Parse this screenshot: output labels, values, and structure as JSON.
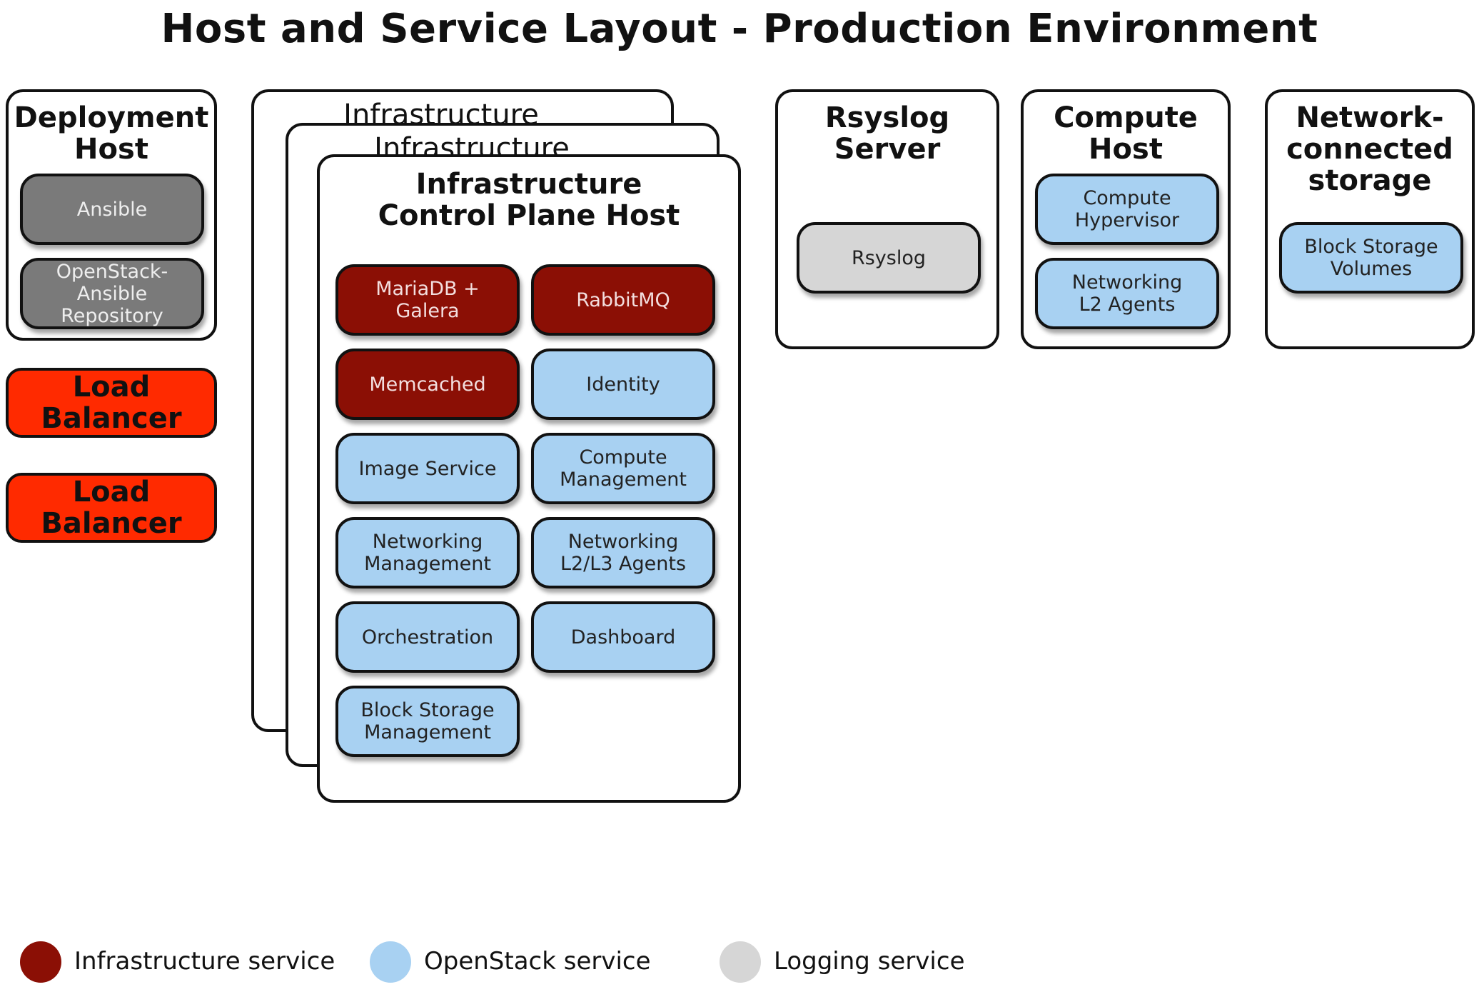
{
  "title": "Host and Service Layout - Production Environment",
  "colors": {
    "infrastructure": "#8b0f05",
    "openstack": "#a8d1f2",
    "logging": "#d6d6d6",
    "deployment": "#7a7a7a",
    "load_balancer": "#ff2a00"
  },
  "deployment_host": {
    "title": "Deployment\nHost",
    "services": [
      "Ansible",
      "OpenStack-\nAnsible\nRepository"
    ]
  },
  "load_balancers": [
    "Load\nBalancer",
    "Load\nBalancer"
  ],
  "infra_stack": {
    "back_title_1": "Infrastructure",
    "back_title_2": "Infrastructure",
    "front_title": "Infrastructure\nControl Plane Host",
    "services": [
      {
        "label": "MariaDB +\nGalera",
        "kind": "infrastructure"
      },
      {
        "label": "RabbitMQ",
        "kind": "infrastructure"
      },
      {
        "label": "Memcached",
        "kind": "infrastructure"
      },
      {
        "label": "Identity",
        "kind": "openstack"
      },
      {
        "label": "Image Service",
        "kind": "openstack"
      },
      {
        "label": "Compute\nManagement",
        "kind": "openstack"
      },
      {
        "label": "Networking\nManagement",
        "kind": "openstack"
      },
      {
        "label": "Networking\nL2/L3 Agents",
        "kind": "openstack"
      },
      {
        "label": "Orchestration",
        "kind": "openstack"
      },
      {
        "label": "Dashboard",
        "kind": "openstack"
      },
      {
        "label": "Block Storage\nManagement",
        "kind": "openstack"
      }
    ]
  },
  "rsyslog_server": {
    "title": "Rsyslog\nServer",
    "services": [
      "Rsyslog"
    ]
  },
  "compute_host": {
    "title": "Compute\nHost",
    "services": [
      "Compute\nHypervisor",
      "Networking\nL2 Agents"
    ]
  },
  "storage_host": {
    "title": "Network-\nconnected\nstorage",
    "services": [
      "Block Storage\nVolumes"
    ]
  },
  "legend": [
    {
      "label": "Infrastructure service",
      "kind": "infrastructure"
    },
    {
      "label": "OpenStack service",
      "kind": "openstack"
    },
    {
      "label": "Logging service",
      "kind": "logging"
    }
  ]
}
